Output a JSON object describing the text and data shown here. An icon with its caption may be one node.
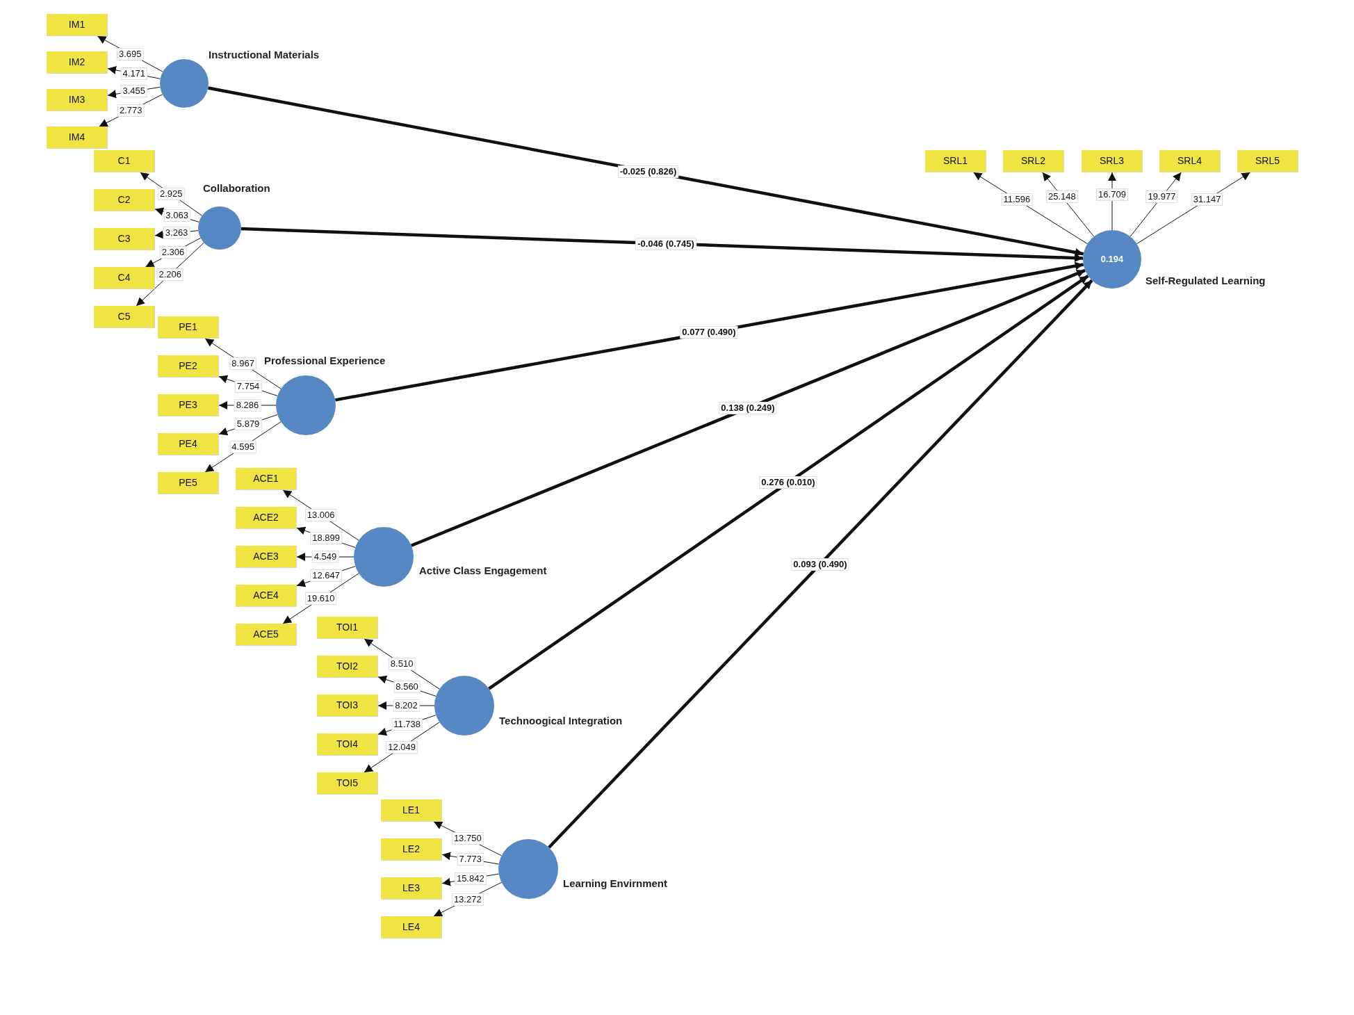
{
  "diagram": {
    "nodes": [
      {
        "text": [
          "Instructional Materials"
        ]
      },
      {
        "text": [
          "IM1"
        ]
      },
      {
        "text": [
          "IM2"
        ]
      },
      {
        "text": [
          "IM3"
        ]
      },
      {
        "text": [
          "IM4"
        ]
      },
      {
        "text": [
          "Collaboration"
        ]
      },
      {
        "text": [
          "C1"
        ]
      },
      {
        "text": [
          "C2"
        ]
      },
      {
        "text": [
          "C3"
        ]
      },
      {
        "text": [
          "C4"
        ]
      },
      {
        "text": [
          "C5"
        ]
      },
      {
        "text": [
          "Professional Experience"
        ]
      },
      {
        "text": [
          "PE1"
        ]
      },
      {
        "text": [
          "PE2"
        ]
      },
      {
        "text": [
          "PE3"
        ]
      },
      {
        "text": [
          "PE4"
        ]
      },
      {
        "text": [
          "PE5"
        ]
      },
      {
        "text": [
          "Active Class Engagement"
        ]
      },
      {
        "text": [
          "ACE1"
        ]
      },
      {
        "text": [
          "ACE2"
        ]
      },
      {
        "text": [
          "ACE3"
        ]
      },
      {
        "text": [
          "ACE4"
        ]
      },
      {
        "text": [
          "ACE5"
        ]
      },
      {
        "text": [
          "Technoogical Integration"
        ]
      },
      {
        "text": [
          "TOI1"
        ]
      },
      {
        "text": [
          "TOI2"
        ]
      },
      {
        "text": [
          "TOI3"
        ]
      },
      {
        "text": [
          "TOI4"
        ]
      },
      {
        "text": [
          "TOI5"
        ]
      },
      {
        "text": [
          "Learning Envirnment"
        ]
      },
      {
        "text": [
          "LE1"
        ]
      },
      {
        "text": [
          "LE2"
        ]
      },
      {
        "text": [
          "LE3"
        ]
      },
      {
        "text": [
          "LE4"
        ]
      },
      {
        "text": [
          "Self-Regulated Learning",
          "0.194"
        ]
      },
      {
        "text": [
          "SRL1"
        ]
      },
      {
        "text": [
          "SRL2"
        ]
      },
      {
        "text": [
          "SRL3"
        ]
      },
      {
        "text": [
          "SRL4"
        ]
      },
      {
        "text": [
          "SRL5"
        ]
      }
    ],
    "edges": [
      {
        "from": 0,
        "to": 1,
        "arrow": "to",
        "label": "3.695"
      },
      {
        "from": 0,
        "to": 2,
        "arrow": "to",
        "label": "4.171"
      },
      {
        "from": 0,
        "to": 3,
        "arrow": "to",
        "label": "3.455"
      },
      {
        "from": 0,
        "to": 4,
        "arrow": "to",
        "label": "2.773"
      },
      {
        "from": 5,
        "to": 6,
        "arrow": "to",
        "label": "2.925"
      },
      {
        "from": 5,
        "to": 7,
        "arrow": "to",
        "label": "3.063"
      },
      {
        "from": 5,
        "to": 8,
        "arrow": "to",
        "label": "3.263"
      },
      {
        "from": 5,
        "to": 9,
        "arrow": "to",
        "label": "2.306"
      },
      {
        "from": 5,
        "to": 10,
        "arrow": "to",
        "label": "2.206"
      },
      {
        "from": 11,
        "to": 12,
        "arrow": "to",
        "label": "8.967"
      },
      {
        "from": 11,
        "to": 13,
        "arrow": "to",
        "label": "7.754"
      },
      {
        "from": 11,
        "to": 14,
        "arrow": "to",
        "label": "8.286"
      },
      {
        "from": 11,
        "to": 15,
        "arrow": "to",
        "label": "5.879"
      },
      {
        "from": 11,
        "to": 16,
        "arrow": "to",
        "label": "4.595"
      },
      {
        "from": 17,
        "to": 18,
        "arrow": "to",
        "label": "13.006"
      },
      {
        "from": 17,
        "to": 19,
        "arrow": "to",
        "label": "18.899"
      },
      {
        "from": 17,
        "to": 20,
        "arrow": "to",
        "label": "4.549"
      },
      {
        "from": 17,
        "to": 21,
        "arrow": "to",
        "label": "12.647"
      },
      {
        "from": 17,
        "to": 22,
        "arrow": "to",
        "label": "19.610"
      },
      {
        "from": 23,
        "to": 24,
        "arrow": "to",
        "label": "8.510"
      },
      {
        "from": 23,
        "to": 25,
        "arrow": "to",
        "label": "8.560"
      },
      {
        "from": 23,
        "to": 26,
        "arrow": "to",
        "label": "8.202"
      },
      {
        "from": 23,
        "to": 27,
        "arrow": "to",
        "label": "11.738"
      },
      {
        "from": 23,
        "to": 28,
        "arrow": "to",
        "label": "12.049"
      },
      {
        "from": 29,
        "to": 30,
        "arrow": "to",
        "label": "13.750"
      },
      {
        "from": 29,
        "to": 31,
        "arrow": "to",
        "label": "7.773"
      },
      {
        "from": 29,
        "to": 32,
        "arrow": "to",
        "label": "15.842"
      },
      {
        "from": 29,
        "to": 33,
        "arrow": "to",
        "label": "13.272"
      },
      {
        "from": 0,
        "to": 34,
        "arrow": "to",
        "label": "-0.025 (0.826)",
        "style": "thick"
      },
      {
        "from": 5,
        "to": 34,
        "arrow": "to",
        "label": "-0.046 (0.745)",
        "style": "thick"
      },
      {
        "from": 11,
        "to": 34,
        "arrow": "to",
        "label": "0.077 (0.490)",
        "style": "thick"
      },
      {
        "from": 17,
        "to": 34,
        "arrow": "to",
        "label": "0.138 (0.249)",
        "style": "thick"
      },
      {
        "from": 23,
        "to": 34,
        "arrow": "to",
        "label": "0.276 (0.010)",
        "style": "thick"
      },
      {
        "from": 29,
        "to": 34,
        "arrow": "to",
        "label": "0.093 (0.490)",
        "style": "thick"
      },
      {
        "from": 34,
        "to": 35,
        "arrow": "to",
        "label": "11.596"
      },
      {
        "from": 34,
        "to": 36,
        "arrow": "to",
        "label": "25.148"
      },
      {
        "from": 34,
        "to": 37,
        "arrow": "to",
        "label": "16.709"
      },
      {
        "from": 34,
        "to": 38,
        "arrow": "to",
        "label": "19.977"
      },
      {
        "from": 34,
        "to": 39,
        "arrow": "to",
        "label": "31.147"
      }
    ]
  }
}
